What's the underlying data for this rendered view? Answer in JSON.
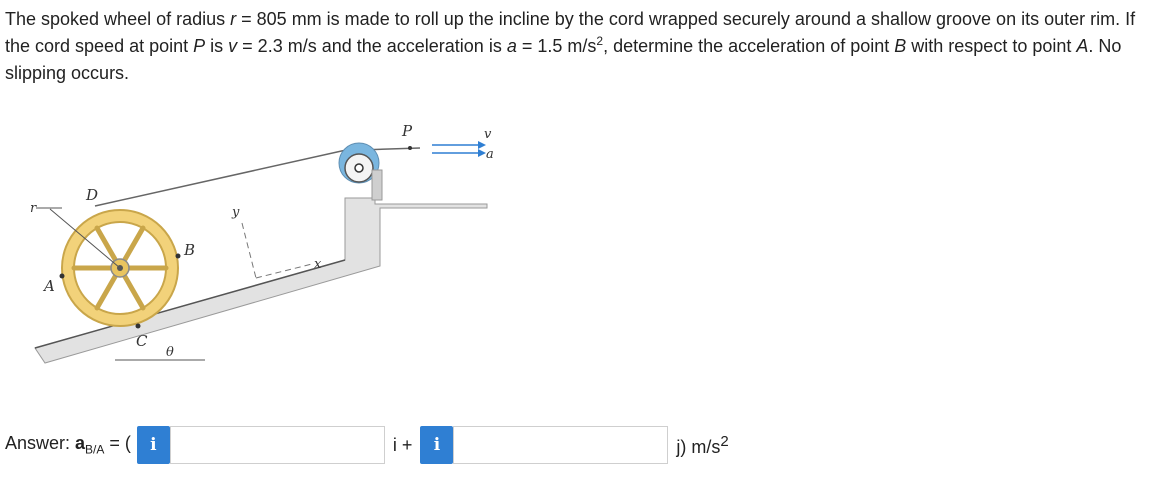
{
  "problem": {
    "part1": "The spoked wheel of radius ",
    "r_var": "r",
    "part2": " = 805 mm is made to roll up the incline by the cord wrapped securely around a shallow groove on its outer rim. If the cord speed at point ",
    "P_var": "P",
    "part3": " is ",
    "v_var": "v",
    "part4": " = 2.3 m/s and the acceleration is ",
    "a_var": "a",
    "part5": " = 1.5 m/s",
    "exp": "2",
    "part6": ", determine the acceleration of point ",
    "B_var": "B",
    "part7": " with respect to point ",
    "A_var": "A",
    "part8": ". No slipping occurs."
  },
  "figure": {
    "labels": {
      "D": "D",
      "r": "r",
      "A": "A",
      "B": "B",
      "C": "C",
      "theta": "θ",
      "x": "x",
      "y": "y",
      "P": "P",
      "v": "v",
      "a": "a"
    },
    "colors": {
      "wheel": "#f2d27a",
      "wheel_edge": "#c9a64a",
      "incline_fill": "#e2e2e2",
      "pulley": "#7ab6df",
      "accent": "#2f7fd3"
    }
  },
  "answer": {
    "label_prefix": "Answer: ",
    "a_symbol": "a",
    "a_sub": "B/A",
    "equals_paren": " = (",
    "info_glyph": "i",
    "i_sep": "i +",
    "j_units": "j) m/s",
    "exp": "2",
    "input1_value": "",
    "input2_value": ""
  }
}
